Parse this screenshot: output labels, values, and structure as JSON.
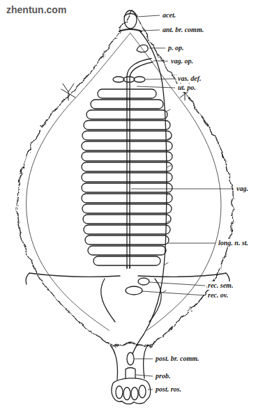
{
  "diagram": {
    "labels": [
      "zhentun.com",
      "acet.",
      "ant. br. comm.",
      "p. op.",
      "vag. op.",
      "vas. def.",
      "ut. po.",
      "vag.",
      "long. n. st.",
      "rec. sem.",
      "rec. ov.",
      "post. br. comm.",
      "prob.",
      "post. ros."
    ]
  }
}
